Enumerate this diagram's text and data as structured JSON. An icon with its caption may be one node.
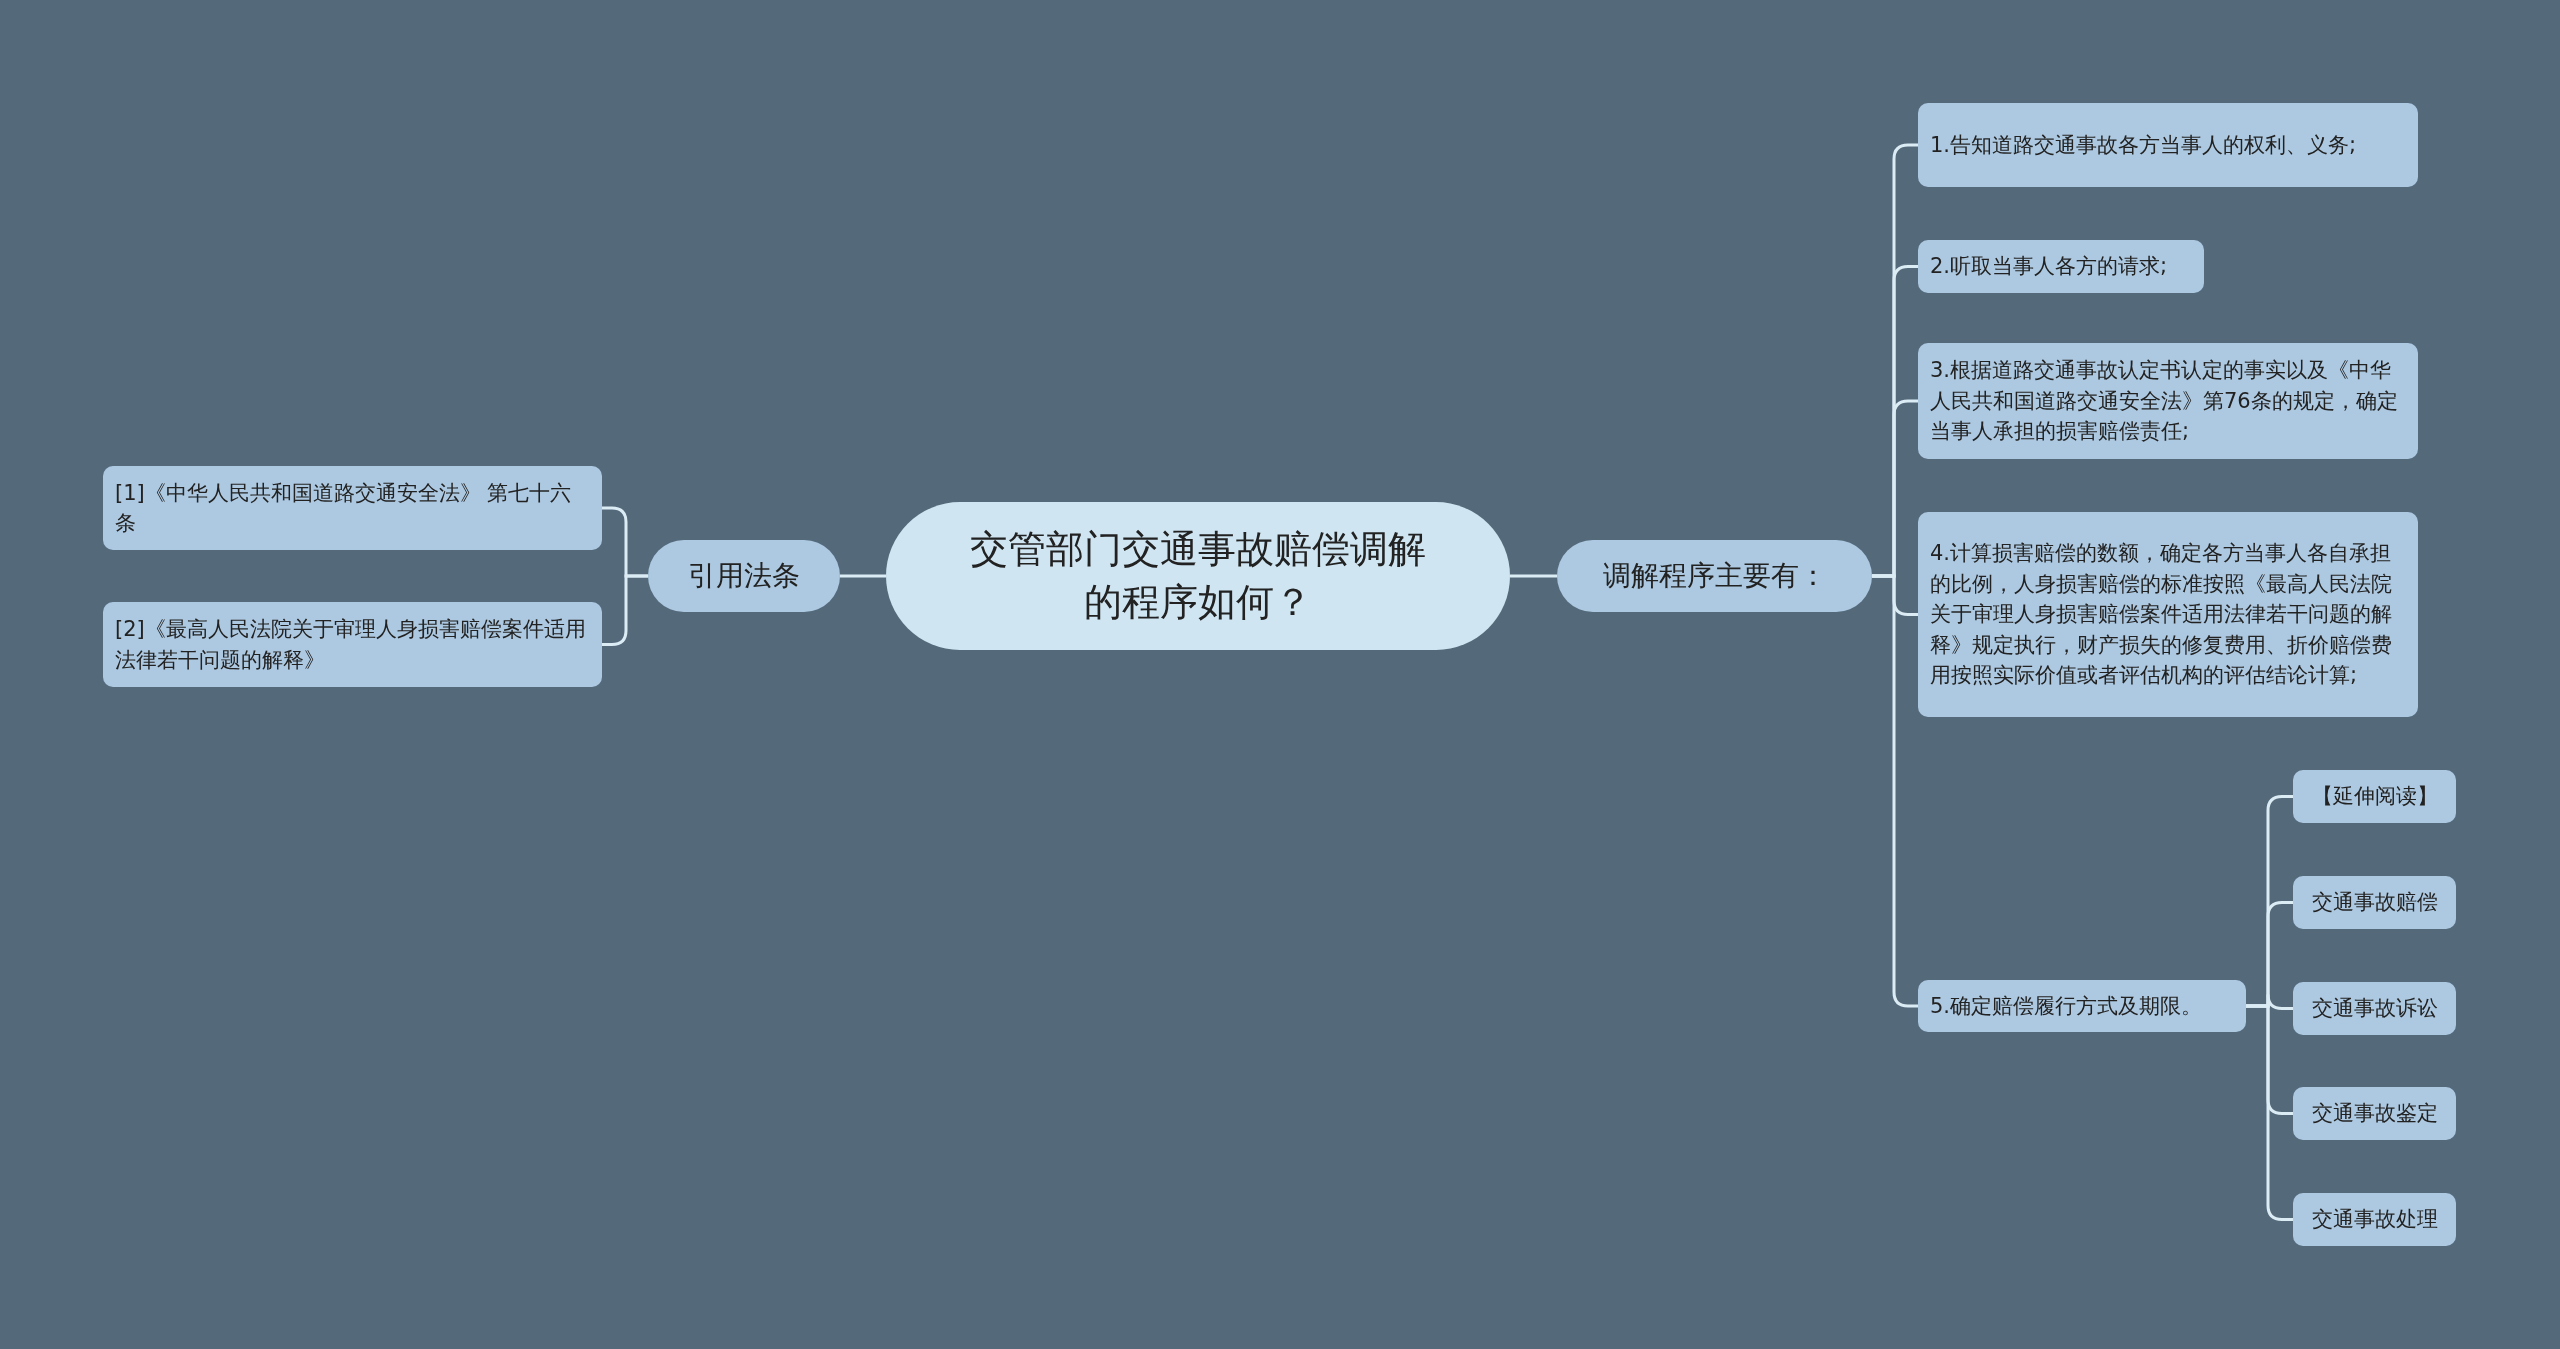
{
  "diagram": {
    "nodes": [
      {
        "text": [
          "交管部门交通事故赔偿调解的程序如何？"
        ]
      },
      {
        "text": [
          "引用法条"
        ]
      },
      {
        "text": [
          "[1]《中华人民共和国道路交通安全法》 第七十六条"
        ]
      },
      {
        "text": [
          "[2]《最高人民法院关于审理人身损害赔偿案件适用法律若干问题的解释》"
        ]
      },
      {
        "text": [
          "调解程序主要有："
        ]
      },
      {
        "text": [
          "1.告知道路交通事故各方当事人的权利、义务;"
        ]
      },
      {
        "text": [
          "2.听取当事人各方的请求;"
        ]
      },
      {
        "text": [
          "3.根据道路交通事故认定书认定的事实以及《中华人民共和国道路交通安全法》第76条的规定，确定当事人承担的损害赔偿责任;"
        ]
      },
      {
        "text": [
          "4.计算损害赔偿的数额，确定各方当事人各自承担的比例，人身损害赔偿的标准按照《最高人民法院关于审理人身损害赔偿案件适用法律若干问题的解释》规定执行，财产损失的修复费用、折价赔偿费用按照实际价值或者评估机构的评估结论计算;"
        ]
      },
      {
        "text": [
          "5.确定赔偿履行方式及期限。"
        ]
      },
      {
        "text": [
          "【延伸阅读】"
        ]
      },
      {
        "text": [
          "交通事故赔偿"
        ]
      },
      {
        "text": [
          "交通事故诉讼"
        ]
      },
      {
        "text": [
          "交通事故鉴定"
        ]
      },
      {
        "text": [
          "交通事故处理"
        ]
      }
    ],
    "edges": [
      {
        "from": 0,
        "to": 1,
        "arrow": "none"
      },
      {
        "from": 1,
        "to": 2,
        "arrow": "none"
      },
      {
        "from": 1,
        "to": 3,
        "arrow": "none"
      },
      {
        "from": 0,
        "to": 4,
        "arrow": "none"
      },
      {
        "from": 4,
        "to": 5,
        "arrow": "none"
      },
      {
        "from": 4,
        "to": 6,
        "arrow": "none"
      },
      {
        "from": 4,
        "to": 7,
        "arrow": "none"
      },
      {
        "from": 4,
        "to": 8,
        "arrow": "none"
      },
      {
        "from": 4,
        "to": 9,
        "arrow": "none"
      },
      {
        "from": 9,
        "to": 10,
        "arrow": "none"
      },
      {
        "from": 9,
        "to": 11,
        "arrow": "none"
      },
      {
        "from": 9,
        "to": 12,
        "arrow": "none"
      },
      {
        "from": 9,
        "to": 13,
        "arrow": "none"
      },
      {
        "from": 9,
        "to": 14,
        "arrow": "none"
      }
    ]
  }
}
